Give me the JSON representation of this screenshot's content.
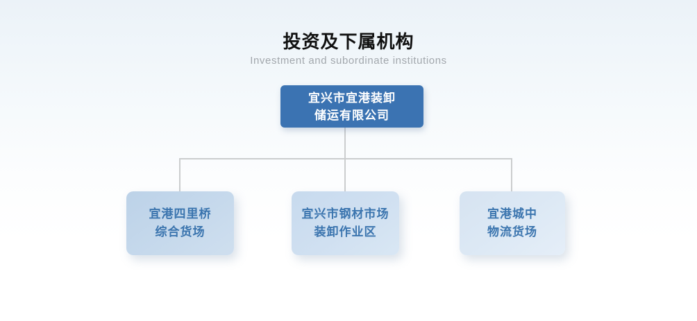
{
  "header": {
    "title": "投资及下属机构",
    "subtitle": "Investment and subordinate institutions"
  },
  "org_chart": {
    "root": {
      "lines": [
        "宜兴市宜港装卸",
        "储运有限公司"
      ]
    },
    "children": [
      {
        "lines": [
          "宜港四里桥",
          "综合货场"
        ]
      },
      {
        "lines": [
          "宜兴市钢材市场",
          "装卸作业区"
        ]
      },
      {
        "lines": [
          "宜港城中",
          "物流货场"
        ]
      }
    ]
  },
  "colors": {
    "root_box": "#3b73b2",
    "root_text": "#ffffff",
    "child_box_1": "#c4d8eb",
    "child_box_2": "#cfe0f1",
    "child_box_3": "#dde9f5",
    "child_text": "#3a74ae",
    "connector": "#cbcdce",
    "title_text": "#111111",
    "subtitle_text": "#a2a7ac",
    "background_top": "#ebf2f8",
    "background_bottom": "#ffffff"
  }
}
